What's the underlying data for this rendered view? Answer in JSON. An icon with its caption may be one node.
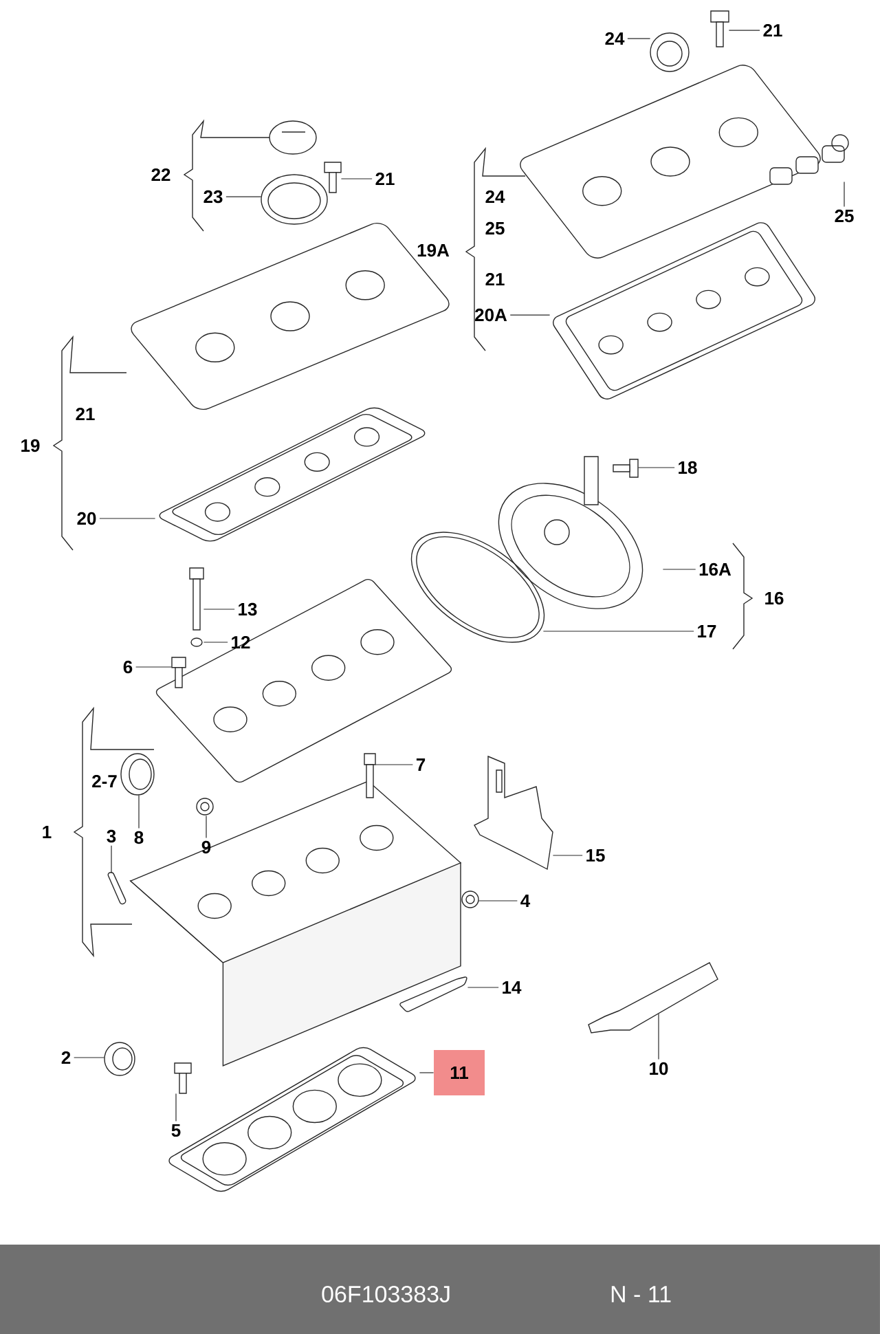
{
  "diagram": {
    "nodes": [
      {
        "text": [
          "24"
        ]
      },
      {
        "text": [],
        "shape": "picture"
      },
      {
        "text": [
          "21"
        ]
      },
      {
        "text": [],
        "shape": "picture"
      },
      {
        "text": [
          "20A"
        ]
      },
      {
        "text": [],
        "shape": "picture"
      },
      {
        "text": [
          "25"
        ]
      },
      {
        "text": [],
        "shape": "picture"
      },
      {
        "text": [
          "23"
        ]
      },
      {
        "text": [],
        "shape": "picture"
      },
      {
        "text": [
          "21"
        ]
      },
      {
        "text": [],
        "shape": "picture"
      },
      {
        "text": [
          "20"
        ]
      },
      {
        "text": [],
        "shape": "picture"
      },
      {
        "text": [
          "18"
        ]
      },
      {
        "text": [],
        "shape": "picture"
      },
      {
        "text": [
          "16A"
        ]
      },
      {
        "text": [],
        "shape": "picture"
      },
      {
        "text": [
          "17"
        ]
      },
      {
        "text": [],
        "shape": "picture"
      },
      {
        "text": [
          "13"
        ]
      },
      {
        "text": [],
        "shape": "picture"
      },
      {
        "text": [
          "12"
        ]
      },
      {
        "text": [],
        "shape": "picture"
      },
      {
        "text": [
          "6"
        ]
      },
      {
        "text": [],
        "shape": "picture"
      },
      {
        "text": [
          "8"
        ]
      },
      {
        "text": [],
        "shape": "picture",
        "beside": [
          "2-7"
        ]
      },
      {
        "text": [
          "3"
        ]
      },
      {
        "text": [],
        "shape": "picture"
      },
      {
        "text": [
          "9"
        ]
      },
      {
        "text": [],
        "shape": "picture"
      },
      {
        "text": [
          "7"
        ]
      },
      {
        "text": [],
        "shape": "picture"
      },
      {
        "text": [
          "4"
        ]
      },
      {
        "text": [],
        "shape": "picture"
      },
      {
        "text": [
          "15"
        ]
      },
      {
        "text": [],
        "shape": "picture"
      },
      {
        "text": [
          "14"
        ]
      },
      {
        "text": [],
        "shape": "picture"
      },
      {
        "text": [
          "2"
        ]
      },
      {
        "text": [],
        "shape": "picture"
      },
      {
        "text": [
          "5"
        ]
      },
      {
        "text": [],
        "shape": "picture"
      },
      {
        "text": [
          "11"
        ]
      },
      {
        "text": [],
        "shape": "picture"
      },
      {
        "text": [
          "10"
        ]
      },
      {
        "text": [],
        "shape": "picture"
      }
    ],
    "edges": [
      {
        "from": 0,
        "to": 1,
        "arrow": "none"
      },
      {
        "from": 2,
        "to": 3,
        "arrow": "none"
      },
      {
        "from": 4,
        "to": 5,
        "arrow": "none"
      },
      {
        "from": 6,
        "to": 7,
        "arrow": "none"
      },
      {
        "from": 8,
        "to": 9,
        "arrow": "none"
      },
      {
        "from": 10,
        "to": 11,
        "arrow": "none"
      },
      {
        "from": 12,
        "to": 13,
        "arrow": "none"
      },
      {
        "from": 14,
        "to": 15,
        "arrow": "none"
      },
      {
        "from": 16,
        "to": 17,
        "arrow": "none"
      },
      {
        "from": 18,
        "to": 19,
        "arrow": "none"
      },
      {
        "from": 20,
        "to": 21,
        "arrow": "none"
      },
      {
        "from": 22,
        "to": 23,
        "arrow": "none"
      },
      {
        "from": 24,
        "to": 25,
        "arrow": "none"
      },
      {
        "from": 26,
        "to": 27,
        "arrow": "none"
      },
      {
        "from": 28,
        "to": 29,
        "arrow": "none"
      },
      {
        "from": 30,
        "to": 31,
        "arrow": "none"
      },
      {
        "from": 32,
        "to": 33,
        "arrow": "none"
      },
      {
        "from": 34,
        "to": 35,
        "arrow": "none"
      },
      {
        "from": 36,
        "to": 37,
        "arrow": "none"
      },
      {
        "from": 38,
        "to": 39,
        "arrow": "none"
      },
      {
        "from": 40,
        "to": 41,
        "arrow": "none"
      },
      {
        "from": 42,
        "to": 43,
        "arrow": "none"
      },
      {
        "from": 44,
        "to": 45,
        "arrow": "none"
      },
      {
        "from": 46,
        "to": 47,
        "arrow": "none"
      }
    ],
    "labels": [
      "22",
      "19A",
      "24",
      "25",
      "21",
      "19",
      "21",
      "16",
      "1",
      "06F103383J",
      "N - 11"
    ]
  }
}
